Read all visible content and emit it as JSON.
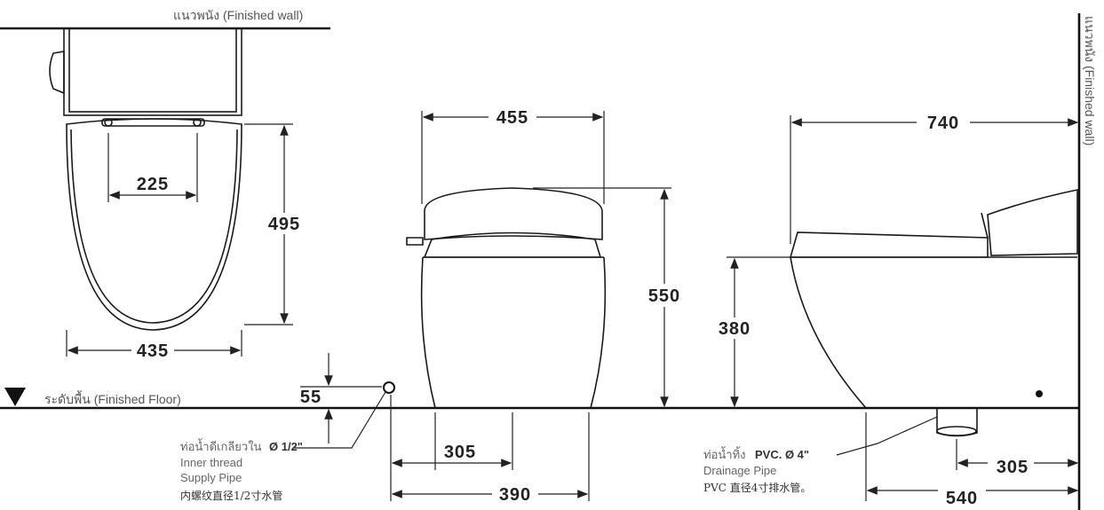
{
  "labels": {
    "finished_wall_top": "แนวพนัง (Finished wall)",
    "finished_wall_side": "แนวพนัง (Finished wall)",
    "finished_floor": "ระดับพื้น (Finished Floor)"
  },
  "dimensions": {
    "top_seat_width": "225",
    "top_depth": "495",
    "top_width": "435",
    "front_width": "455",
    "front_height": "550",
    "supply_height": "55",
    "front_supply_to_center": "305",
    "front_supply_to_edge": "390",
    "side_length": "740",
    "side_seat_height": "380",
    "side_drain_to_wall": "305",
    "side_base_to_wall": "540"
  },
  "supply_note": {
    "thai": "ท่อน้ำดีเกลียวใน",
    "size": "Ø 1/2\"",
    "en_line1": "Inner thread",
    "en_line2": "Supply Pipe",
    "cn": "内螺纹直径1/2寸水管"
  },
  "drain_note": {
    "thai": "ท่อน้ำทิ้ง",
    "size": "PVC. Ø 4\"",
    "en": "Drainage Pipe",
    "cn": "PVC 直径4寸排水管。"
  }
}
